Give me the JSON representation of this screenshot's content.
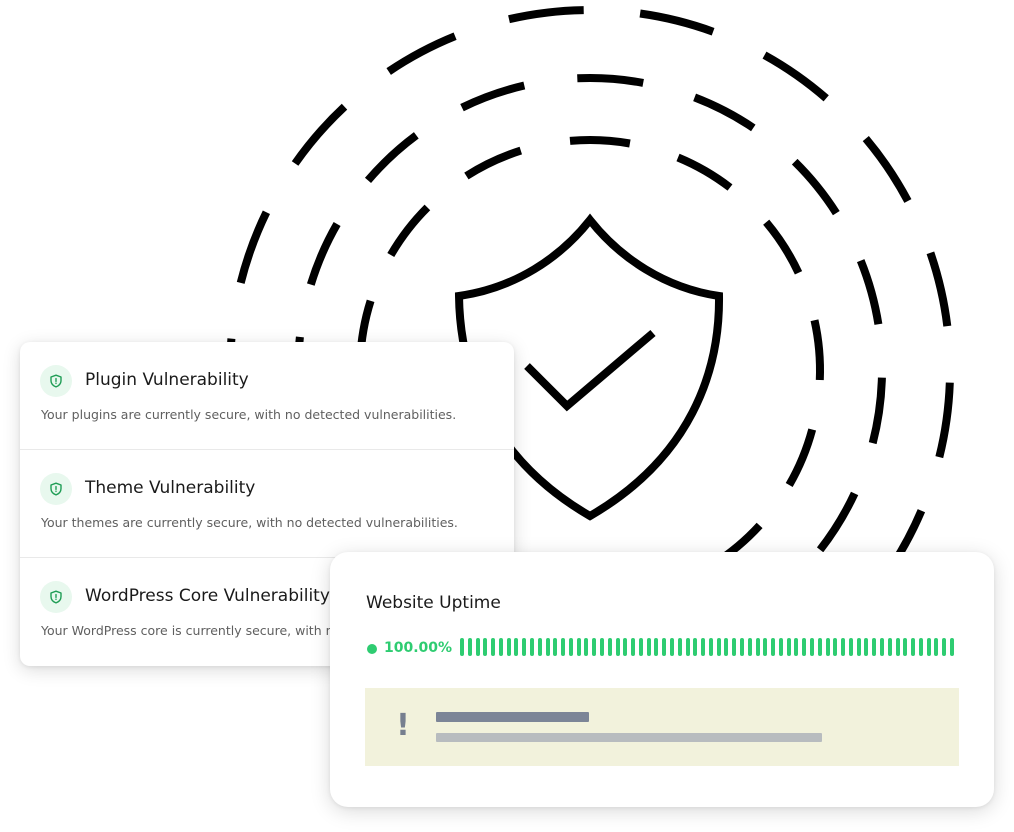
{
  "colors": {
    "background": "#ffffff",
    "artwork": "#000000",
    "success_green": "#2ecc71",
    "icon_bg": "#e8f8ee",
    "alert_bg": "#f2f2dc",
    "alert_placeholder_dark": "#7c8597",
    "alert_placeholder_light": "#b8bcbf"
  },
  "illustration": {
    "name": "shield-with-checkmark-and-radar-rings",
    "icon": "shield-check-icon"
  },
  "vulnerabilities": {
    "items": [
      {
        "icon": "shield-icon",
        "title": "Plugin Vulnerability",
        "description": "Your plugins are currently secure, with no detected vulnerabilities."
      },
      {
        "icon": "shield-icon",
        "title": "Theme Vulnerability",
        "description": "Your themes are currently secure, with no detected vulnerabilities."
      },
      {
        "icon": "shield-icon",
        "title": "WordPress Core Vulnerability",
        "description": "Your WordPress core is currently secure, with n"
      }
    ]
  },
  "uptime": {
    "title": "Website Uptime",
    "percent_label": "100.00%",
    "percent_value": 100,
    "status": "up",
    "bar_count": 64,
    "bars_up_fraction": 1.0
  },
  "alert": {
    "icon": "exclamation-icon",
    "symbol": "!"
  }
}
